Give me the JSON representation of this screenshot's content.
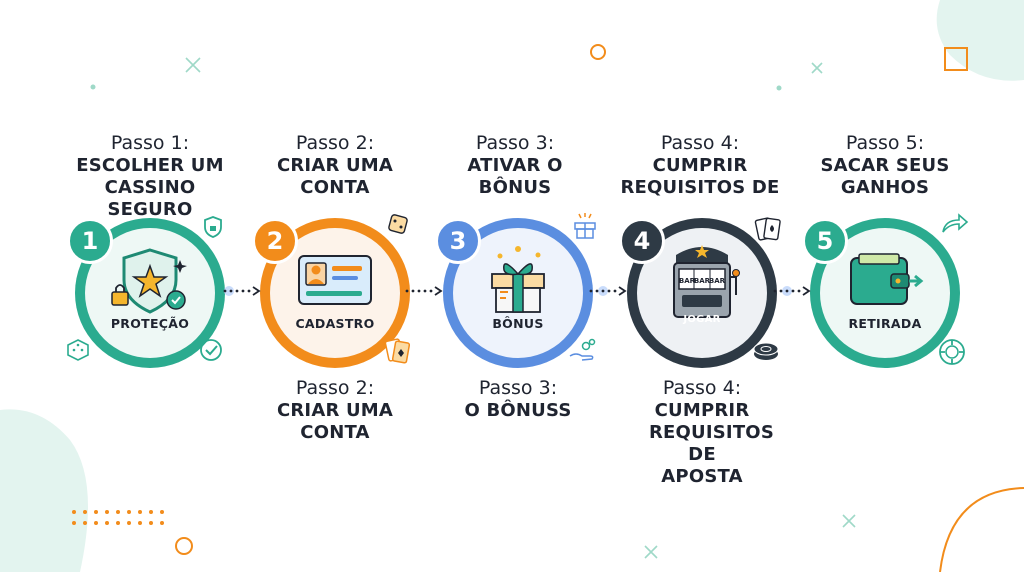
{
  "steps": [
    {
      "number": "1",
      "label": "Passo 1:",
      "title": "ESCOLHER UM CASSINO SEGURO",
      "caption": "PROTEÇÃO",
      "color": "#2bab8f",
      "icon": "shield-star-icon"
    },
    {
      "number": "2",
      "label": "Passo 2:",
      "title": "CRIAR UMA CONTA",
      "caption": "CADASTRO",
      "color": "#f28c1b",
      "icon": "id-card-icon"
    },
    {
      "number": "3",
      "label": "Passo 3:",
      "title": "ATIVAR O BÔNUS",
      "caption": "BÔNUS",
      "color": "#5b8ee0",
      "icon": "gift-box-icon"
    },
    {
      "number": "4",
      "label": "Passo 4:",
      "title": "CUMPRIR REQUISITOS DE",
      "caption": "JOGAR",
      "color": "#2e3a45",
      "icon": "slot-machine-icon"
    },
    {
      "number": "5",
      "label": "Passo 5:",
      "title": "SACAR SEUS GANHOS",
      "caption": "RETIRADA",
      "color": "#2bab8f",
      "icon": "wallet-icon"
    }
  ],
  "footers": [
    {
      "label": "Passo 2:",
      "title": "CRIAR UMA CONTA"
    },
    {
      "label": "Passo 3:",
      "title": "O BÔNUSS"
    },
    {
      "label": "Passo 4:",
      "title": "CUMPRIR REQUISITOS DE APOSTA"
    }
  ],
  "slot_reels": [
    "BAR",
    "BAR",
    "BAR"
  ]
}
